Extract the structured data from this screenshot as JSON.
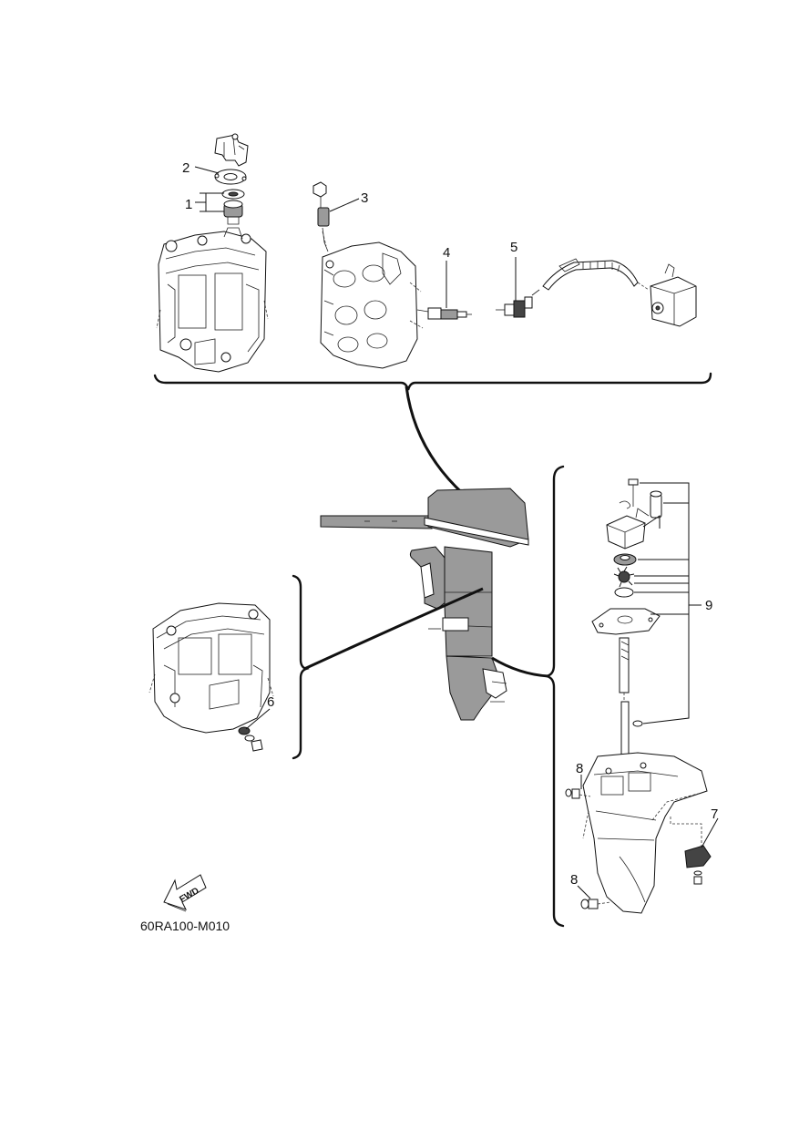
{
  "callouts": [
    {
      "id": "1",
      "label": "1"
    },
    {
      "id": "2",
      "label": "2"
    },
    {
      "id": "3",
      "label": "3"
    },
    {
      "id": "4",
      "label": "4"
    },
    {
      "id": "5",
      "label": "5"
    },
    {
      "id": "6",
      "label": "6"
    },
    {
      "id": "7",
      "label": "7"
    },
    {
      "id": "8a",
      "label": "8"
    },
    {
      "id": "8b",
      "label": "8"
    },
    {
      "id": "9",
      "label": "9"
    }
  ],
  "fwd_label": "FWD",
  "figure_code": "60RA100-M010"
}
